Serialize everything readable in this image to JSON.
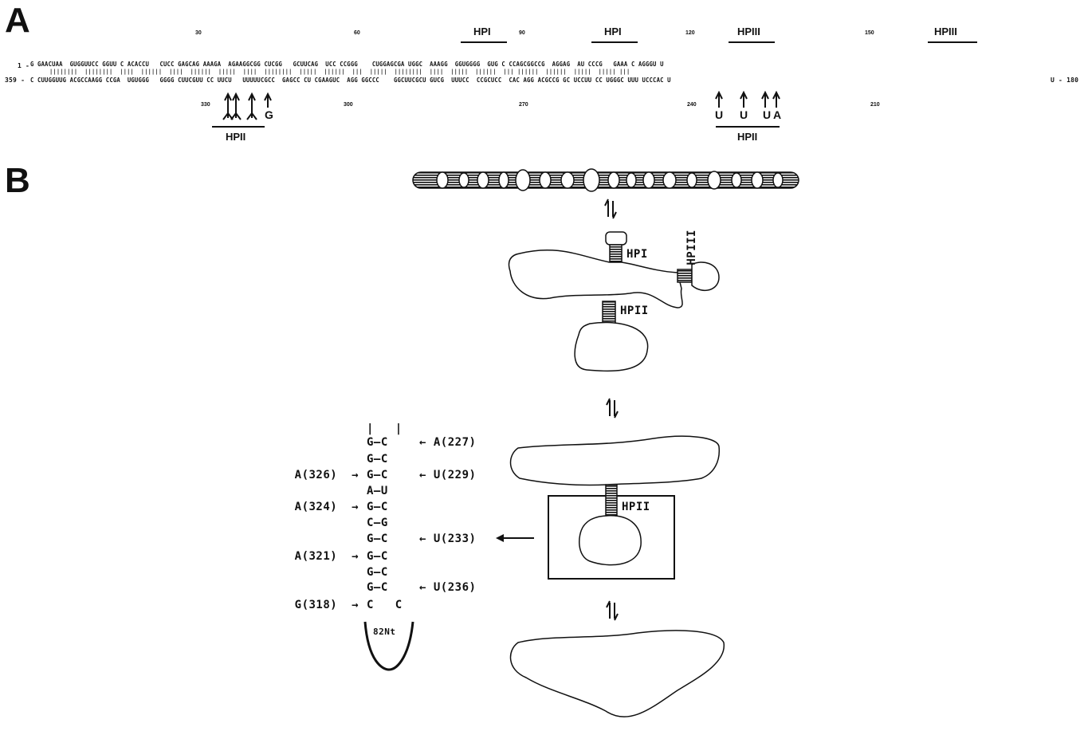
{
  "panels": {
    "a": "A",
    "b": "B"
  },
  "panel_a": {
    "top_strand": "G GAACUAA  GUGGUUCC GGUU C ACACCU   CUCC GAGCAG AAAGA  AGAAGGCGG CUCGG   GCUUCAG  UCC CCGGG    CUGGAGCGA UGGC  AAAGG  GGUGGGG  GUG C CCAGCGGCCG  AGGAG  AU CCCG   GAAA C AGGGU U",
    "bottom_strand": "C CUUGGUUG ACGCCAAGG CCGA  UGUGGG   GGGG CUUCGUU CC UUCU   UUUUUCGCC  GAGCC CU CGAAGUC  AGG GGCCC    GGCUUCGCU GUCG  UUUCC  CCGCUCC  CAC AGG ACGCCG GC UCCUU CC UGGGC UUU UCCCAC U",
    "top_prefix": "1 -",
    "bottom_prefix": "359 -",
    "bottom_suffix": "U - 180",
    "ticks_top": [
      "30",
      "60",
      "90",
      "120",
      "150"
    ],
    "ticks_bottom": [
      "330",
      "300",
      "270",
      "240",
      "210"
    ],
    "hp_top": [
      "HPI",
      "HPI",
      "HPIII",
      "HPIII"
    ],
    "hp_bottom": [
      "HPII",
      "HPII"
    ],
    "mut_left": [
      "G"
    ],
    "mut_right": [
      "U",
      "U",
      "U",
      "A"
    ]
  },
  "panel_b": {
    "labels": {
      "hpi": "HPI",
      "hpiii": "HPIII",
      "hpii_1": "HPII",
      "hpii_2": "HPII"
    },
    "stem_rows": [
      {
        "left": "",
        "pair": "|   |",
        "right": ""
      },
      {
        "left": "",
        "pair": "G—C",
        "right": "← A(227)"
      },
      {
        "left": "",
        "pair": "G—C",
        "right": ""
      },
      {
        "left": "A(326)  →",
        "pair": "G—C",
        "right": "← U(229)"
      },
      {
        "left": "",
        "pair": "A—U",
        "right": ""
      },
      {
        "left": "A(324)  →",
        "pair": "G—C",
        "right": ""
      },
      {
        "left": "",
        "pair": "C—G",
        "right": ""
      },
      {
        "left": "",
        "pair": "G—C",
        "right": "← U(233)"
      },
      {
        "left": "A(321)  →",
        "pair": "G—C",
        "right": ""
      },
      {
        "left": "",
        "pair": "G—C",
        "right": ""
      },
      {
        "left": "",
        "pair": "G—C",
        "right": "← U(236)"
      },
      {
        "left": "G(318)  →",
        "pair": "C   C",
        "right": ""
      }
    ],
    "loop_label": "82Nt"
  }
}
